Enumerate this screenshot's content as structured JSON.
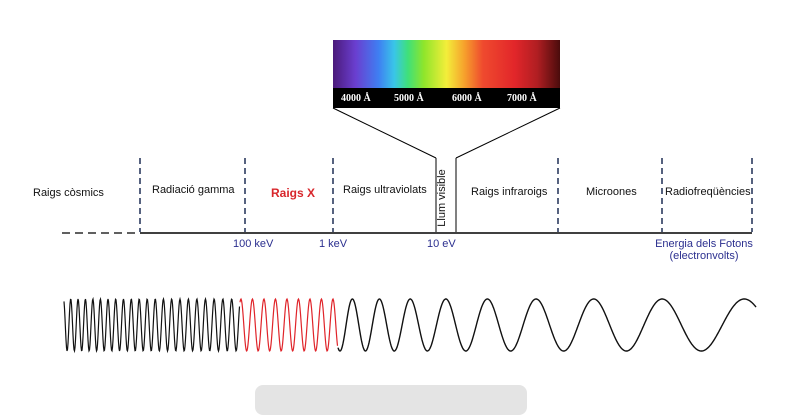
{
  "spectrum_ticks": [
    "4000 Å",
    "5000 Å",
    "6000 Å",
    "7000 Å"
  ],
  "bands": {
    "cosmic": "Raigs còsmics",
    "gamma": "Radiació gamma",
    "xray": "Raigs X",
    "uv": "Raigs ultraviolats",
    "visible": "Llum visible",
    "ir": "Raigs infraroigs",
    "micro": "Microones",
    "radio": "Radiofreqüències"
  },
  "energy_ticks": [
    "100 keV",
    "1 keV",
    "10 eV"
  ],
  "axis_label": {
    "line1": "Energia dels Fotons",
    "line2": "(electronvolts)"
  },
  "colors": {
    "text": "#111111",
    "xray_red": "#d8262b",
    "energy_blue": "#2b2f8f",
    "axis": "#000000",
    "spectrum_bar": "#000000",
    "caption_bg": "#e4e4e4"
  }
}
